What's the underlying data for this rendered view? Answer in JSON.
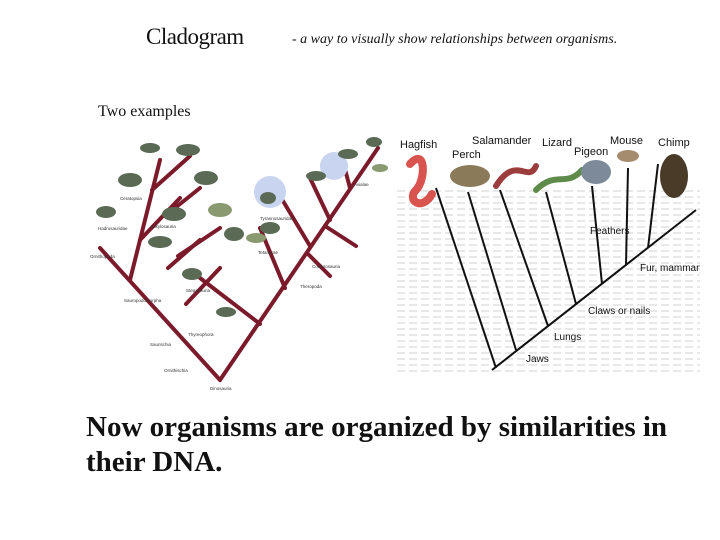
{
  "title": "Cladogram",
  "subtitle": "- a way to visually show relationships between organisms.",
  "examples_label": "Two examples",
  "caption": "Now organisms are organized by similarities in their DNA.",
  "dino_tree": {
    "labels": [
      "Dinosauria",
      "Saurischia",
      "Ornithischia",
      "Sauropodomorpha",
      "Theropoda",
      "Ornithopoda",
      "Ceratopsia",
      "Thyreophora",
      "Coelurosauria",
      "Tetanurae",
      "Avialae",
      "Tyrannosauridae",
      "Hadrosauridae",
      "Stegosauria",
      "Ankylosauria"
    ]
  },
  "cladogram": {
    "organisms": [
      "Hagfish",
      "Perch",
      "Salamander",
      "Lizard",
      "Pigeon",
      "Mouse",
      "Chimp"
    ],
    "traits": [
      "Jaws",
      "Lungs",
      "Claws or nails",
      "Feathers",
      "Fur, mammary glands"
    ],
    "colors": {
      "hagfish": "#d9534f",
      "perch": "#8a7a5a",
      "salamander": "#9c3d3d",
      "lizard": "#5e8a4a",
      "pigeon": "#7d8a99",
      "mouse": "#a58c6f",
      "chimp": "#4a3a28"
    }
  }
}
